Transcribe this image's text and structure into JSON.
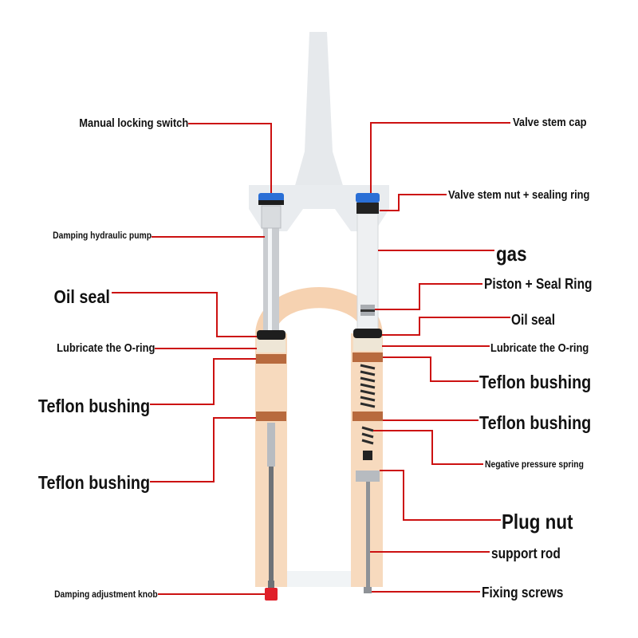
{
  "colors": {
    "leader": "#cc1111",
    "stanchion": "#c7c9cc",
    "lower_leg": "#f3c8a4",
    "crown": "#e9ecef",
    "bushing": "#b86a3e",
    "seal": "#222222",
    "knob": "#e0202a",
    "cap": "#2a6fd6"
  },
  "labels": {
    "manual_locking_switch": "Manual locking switch",
    "damping_hydraulic_pump": "Damping hydraulic pump",
    "oil_seal_left": "Oil seal",
    "lubricate_oring_left": "Lubricate the O-ring",
    "teflon_bushing_left_1": "Teflon bushing",
    "teflon_bushing_left_2": "Teflon bushing",
    "damping_adjustment_knob": "Damping adjustment knob",
    "valve_stem_cap": "Valve stem cap",
    "valve_stem_nut": "Valve stem nut + sealing ring",
    "gas": "gas",
    "piston_seal_ring": "Piston + Seal Ring",
    "oil_seal_right": "Oil seal",
    "lubricate_oring_right": "Lubricate the O-ring",
    "teflon_bushing_right_1": "Teflon bushing",
    "teflon_bushing_right_2": "Teflon bushing",
    "negative_pressure_spring": "Negative pressure spring",
    "plug_nut": "Plug nut",
    "support_rod": "support rod",
    "fixing_screws": "Fixing screws"
  }
}
